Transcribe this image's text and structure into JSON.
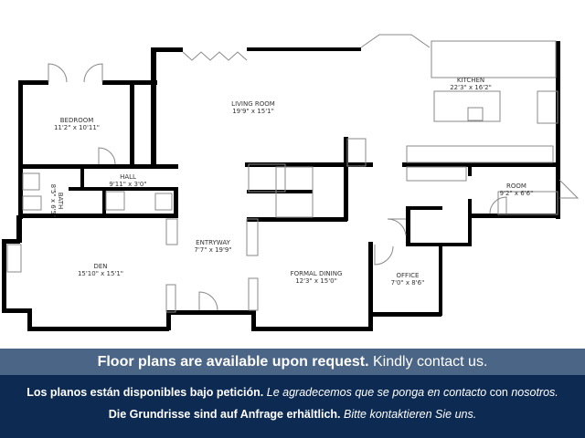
{
  "rooms": {
    "bedroom": {
      "name": "BEDROOM",
      "size": "11'2\" x 10'11\""
    },
    "living_room": {
      "name": "LIVING ROOM",
      "size": "19'9\" x 15'1\""
    },
    "kitchen": {
      "name": "KITCHEN",
      "size": "22'3\" x 16'2\""
    },
    "hall": {
      "name": "HALL",
      "size": "9'11\" x 3'0\""
    },
    "bath": {
      "name": "BATH",
      "size": "8'5\" x 6'5\""
    },
    "room": {
      "name": "ROOM",
      "size": "9'2\" x 6'6\""
    },
    "entryway": {
      "name": "ENTRYWAY",
      "size": "7'7\" x 19'9\""
    },
    "den": {
      "name": "DEN",
      "size": "15'10\" x 15'1\""
    },
    "formal_dining": {
      "name": "FORMAL DINING",
      "size": "12'3\" x 15'0\""
    },
    "office": {
      "name": "OFFICE",
      "size": "7'0\" x 8'6\""
    }
  },
  "banner": {
    "en_bold": "Floor plans are available upon request.",
    "en_normal": "Kindly contact us.",
    "es_bold": "Los planos están disponibles bajo petición.",
    "es_italic": "Le agradecemos que se ponga en contacto",
    "es_normal": "con",
    "es_italic2": "nosotros.",
    "de_bold": "Die Grundrisse sind auf Anfrage erhältlich.",
    "de_italic": "Bitte kontaktieren Sie uns."
  },
  "colors": {
    "banner_top": "#4b6587",
    "banner_bottom": "#0d2a52",
    "wall": "#000000"
  }
}
